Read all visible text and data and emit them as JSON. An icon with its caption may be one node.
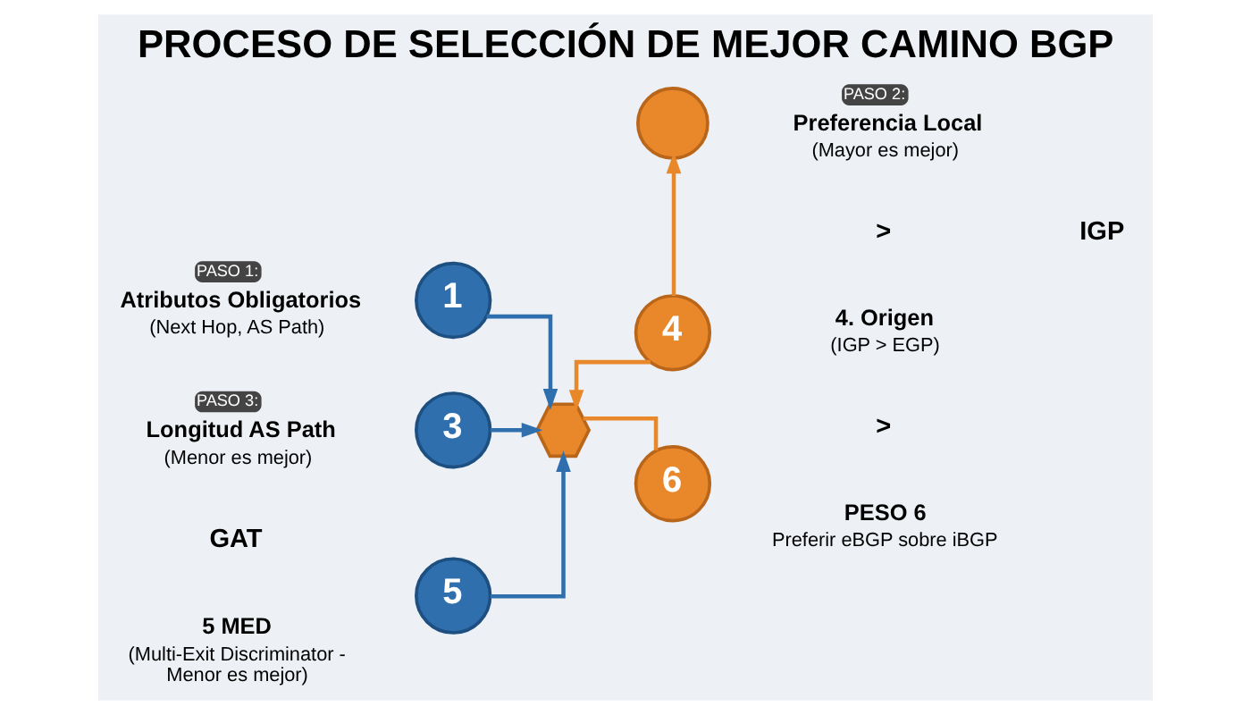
{
  "diagram": {
    "title": "PROCESO DE SELECCIÓN DE MEJOR CAMINO BGP",
    "nodes": [
      {
        "text": [
          "1"
        ],
        "beside": [
          "PASO 1:",
          "Atributos Obligatorios",
          "(Next Hop, AS Path)"
        ]
      },
      {
        "text": [],
        "shape": "circle",
        "beside": [
          "PASO 2:",
          "Preferencia Local",
          "(Mayor es mejor)"
        ]
      },
      {
        "text": [
          "3"
        ],
        "beside": [
          "PASO 3:",
          "Longitud AS Path",
          "(Menor es mejor)"
        ]
      },
      {
        "text": [],
        "shape": "hexagon"
      },
      {
        "text": [
          "4"
        ],
        "beside": [
          "4. Origen",
          "(IGP > EGP)"
        ]
      },
      {
        "text": [
          "5"
        ],
        "beside": [
          "5 MED",
          "(Multi-Exit Discriminator - Menor es mejor)"
        ]
      },
      {
        "text": [
          "6"
        ],
        "beside": [
          "PESO 6",
          "Preferir eBGP sobre iBGP"
        ]
      }
    ],
    "edges": [
      {
        "from": 0,
        "to": 3,
        "arrow": "to"
      },
      {
        "from": 4,
        "to": 1,
        "arrow": "to",
        "color": "#e8882a"
      },
      {
        "from": 2,
        "to": 3,
        "arrow": "to"
      },
      {
        "from": 4,
        "to": 3,
        "arrow": "to",
        "color": "#e8882a"
      },
      {
        "from": 5,
        "to": 3,
        "arrow": "to"
      },
      {
        "from": 6,
        "to": 3,
        "arrow": "none",
        "color": "#e8882a"
      }
    ],
    "labels": [
      ">",
      "IGP",
      "GAT",
      ">"
    ]
  }
}
